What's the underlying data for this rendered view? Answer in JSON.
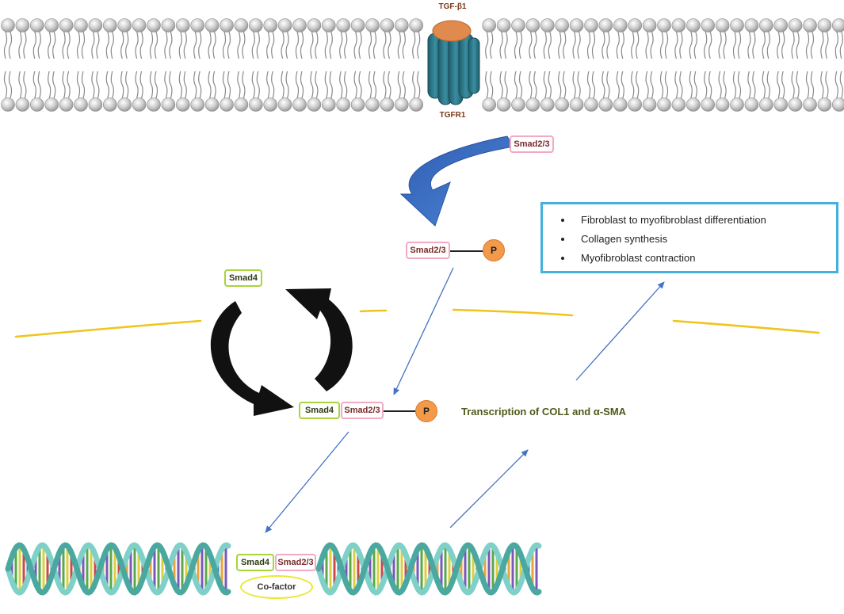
{
  "ligand_label": "TGF-β1",
  "receptor_label": "TGFR1",
  "smad23_label": "Smad2/3",
  "smad4_label": "Smad4",
  "phosphate_label": "P",
  "cofactor_label": "Co-factor",
  "transcription_label": "Transcription of COL1 and α-SMA",
  "outcomes": [
    "Fibroblast to myofibroblast differentiation",
    "Collagen synthesis",
    "Myofibroblast contraction"
  ],
  "colors": {
    "receptor": "#2f7a8c",
    "ligand": "#e08a4e",
    "smad23_border": "#f2a9c4",
    "smad4_border": "#a9d43c",
    "phosphate": "#f29a4a",
    "arrow_blue": "#4472c4",
    "nuclear_membrane": "#f0c419",
    "outcome_border": "#43b0e0",
    "cofactor_border": "#e8e830"
  }
}
